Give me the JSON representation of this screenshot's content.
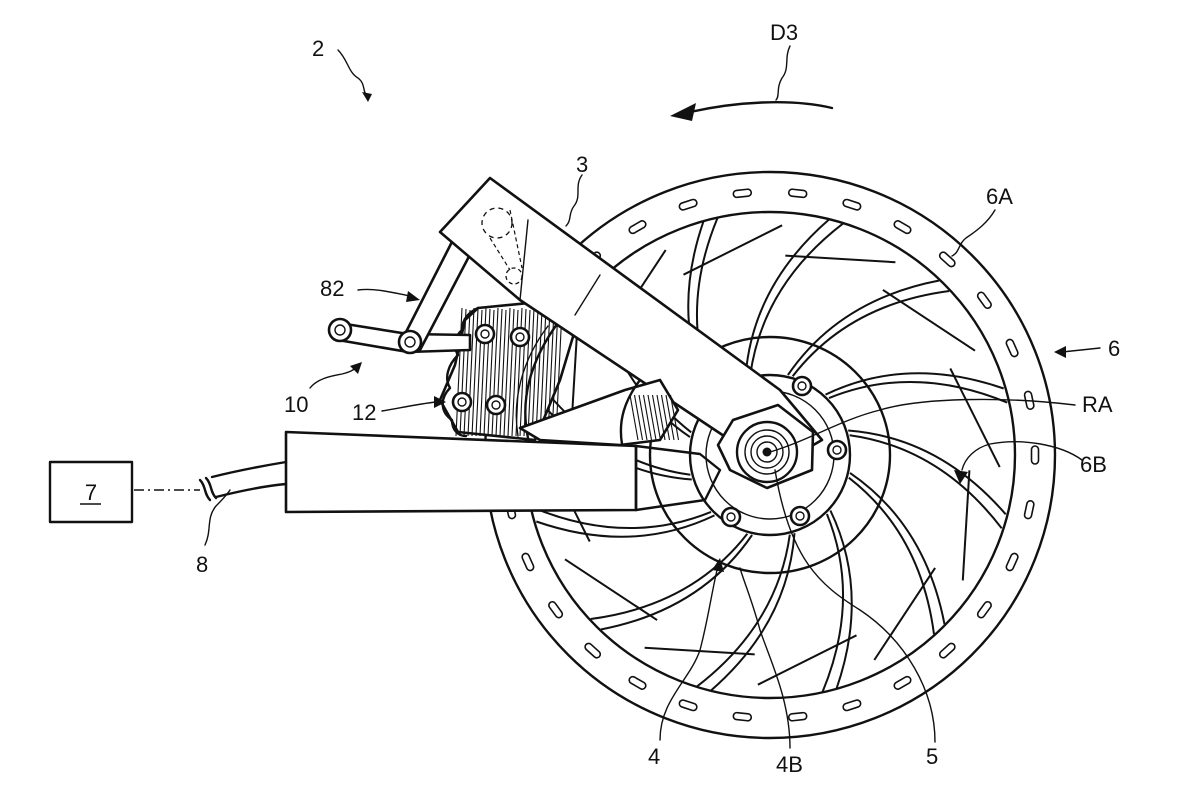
{
  "labels": {
    "assembly": "2",
    "arm": "3",
    "hub_shell": "4",
    "hub_spoke": "4B",
    "axle": "5",
    "rotor": "6",
    "rotor_ring": "6A",
    "rotor_arm": "6B",
    "controller": "7",
    "cable": "8",
    "caliper": "10",
    "pad_holder": "12",
    "lever": "82",
    "rotation_axis": "RA",
    "direction": "D3"
  }
}
